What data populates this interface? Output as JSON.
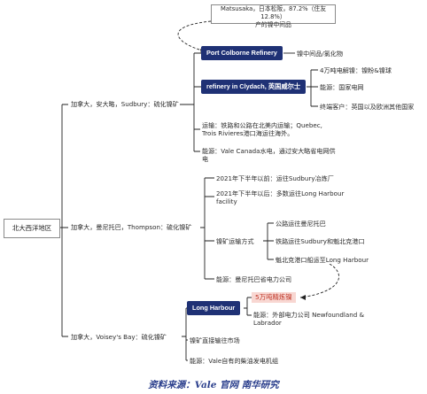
{
  "root": "北大西洋地区",
  "top_note": {
    "line1": "Matsusaka，日本松阪，87.2%（住友12.8%）",
    "line2": "产的镍中间品"
  },
  "sudbury": {
    "label": "加拿大，安大略，Sudbury：硫化镍矿",
    "port_colborne": {
      "name": "Port Colborne Refinery",
      "detail": "镍中间品/氯化物"
    },
    "clydach": {
      "name": "refinery in Clydach, 英国威尔士",
      "details": [
        "4万吨电解镍：镍粉&镍球",
        "能源：国家电网",
        "终端客户：英国以及欧洲其他国家"
      ]
    },
    "transport": {
      "line1": "运输：铁路和公路在北美内运输；Quebec,",
      "line2": "Trois Rivieres港口海运往海外。"
    },
    "energy": {
      "line1": "能源：Vale Canada水电，通过安大略省电网供",
      "line2": "电"
    }
  },
  "thompson": {
    "label": "加拿大，曼尼托巴，Thompson：硫化镍矿",
    "before": "2021年下半年以前：运往Sudbury冶炼厂",
    "after": {
      "line1": "2021年下半年以后：多数运往Long Harbour",
      "line2": "facility"
    },
    "transport_label": "镍矿运输方式",
    "transport_items": [
      "公路运往曼尼托巴",
      "铁路运往Sudbury和魁北克港口",
      "魁北克港口船运至Long Harbour"
    ],
    "energy": "能源：曼尼托巴省电力公司"
  },
  "voiseys": {
    "label": "加拿大，Voisey's Bay：硫化镍矿",
    "long_harbour": {
      "name": "Long Harbour",
      "capacity": "5万吨精炼镍",
      "energy": {
        "line1": "能源：外部电力公司 Newfoundland &",
        "line2": "Labrador"
      }
    },
    "direct": "镍矿直接输往市场",
    "energy": "能源：Vale自有的柴油发电机组"
  },
  "caption": "资料来源：Vale 官网 南华研究",
  "colors": {
    "node_fill": "#1f3175",
    "highlight_fill": "#f8d7d2",
    "highlight_text": "#c0392b",
    "line": "#222222"
  }
}
